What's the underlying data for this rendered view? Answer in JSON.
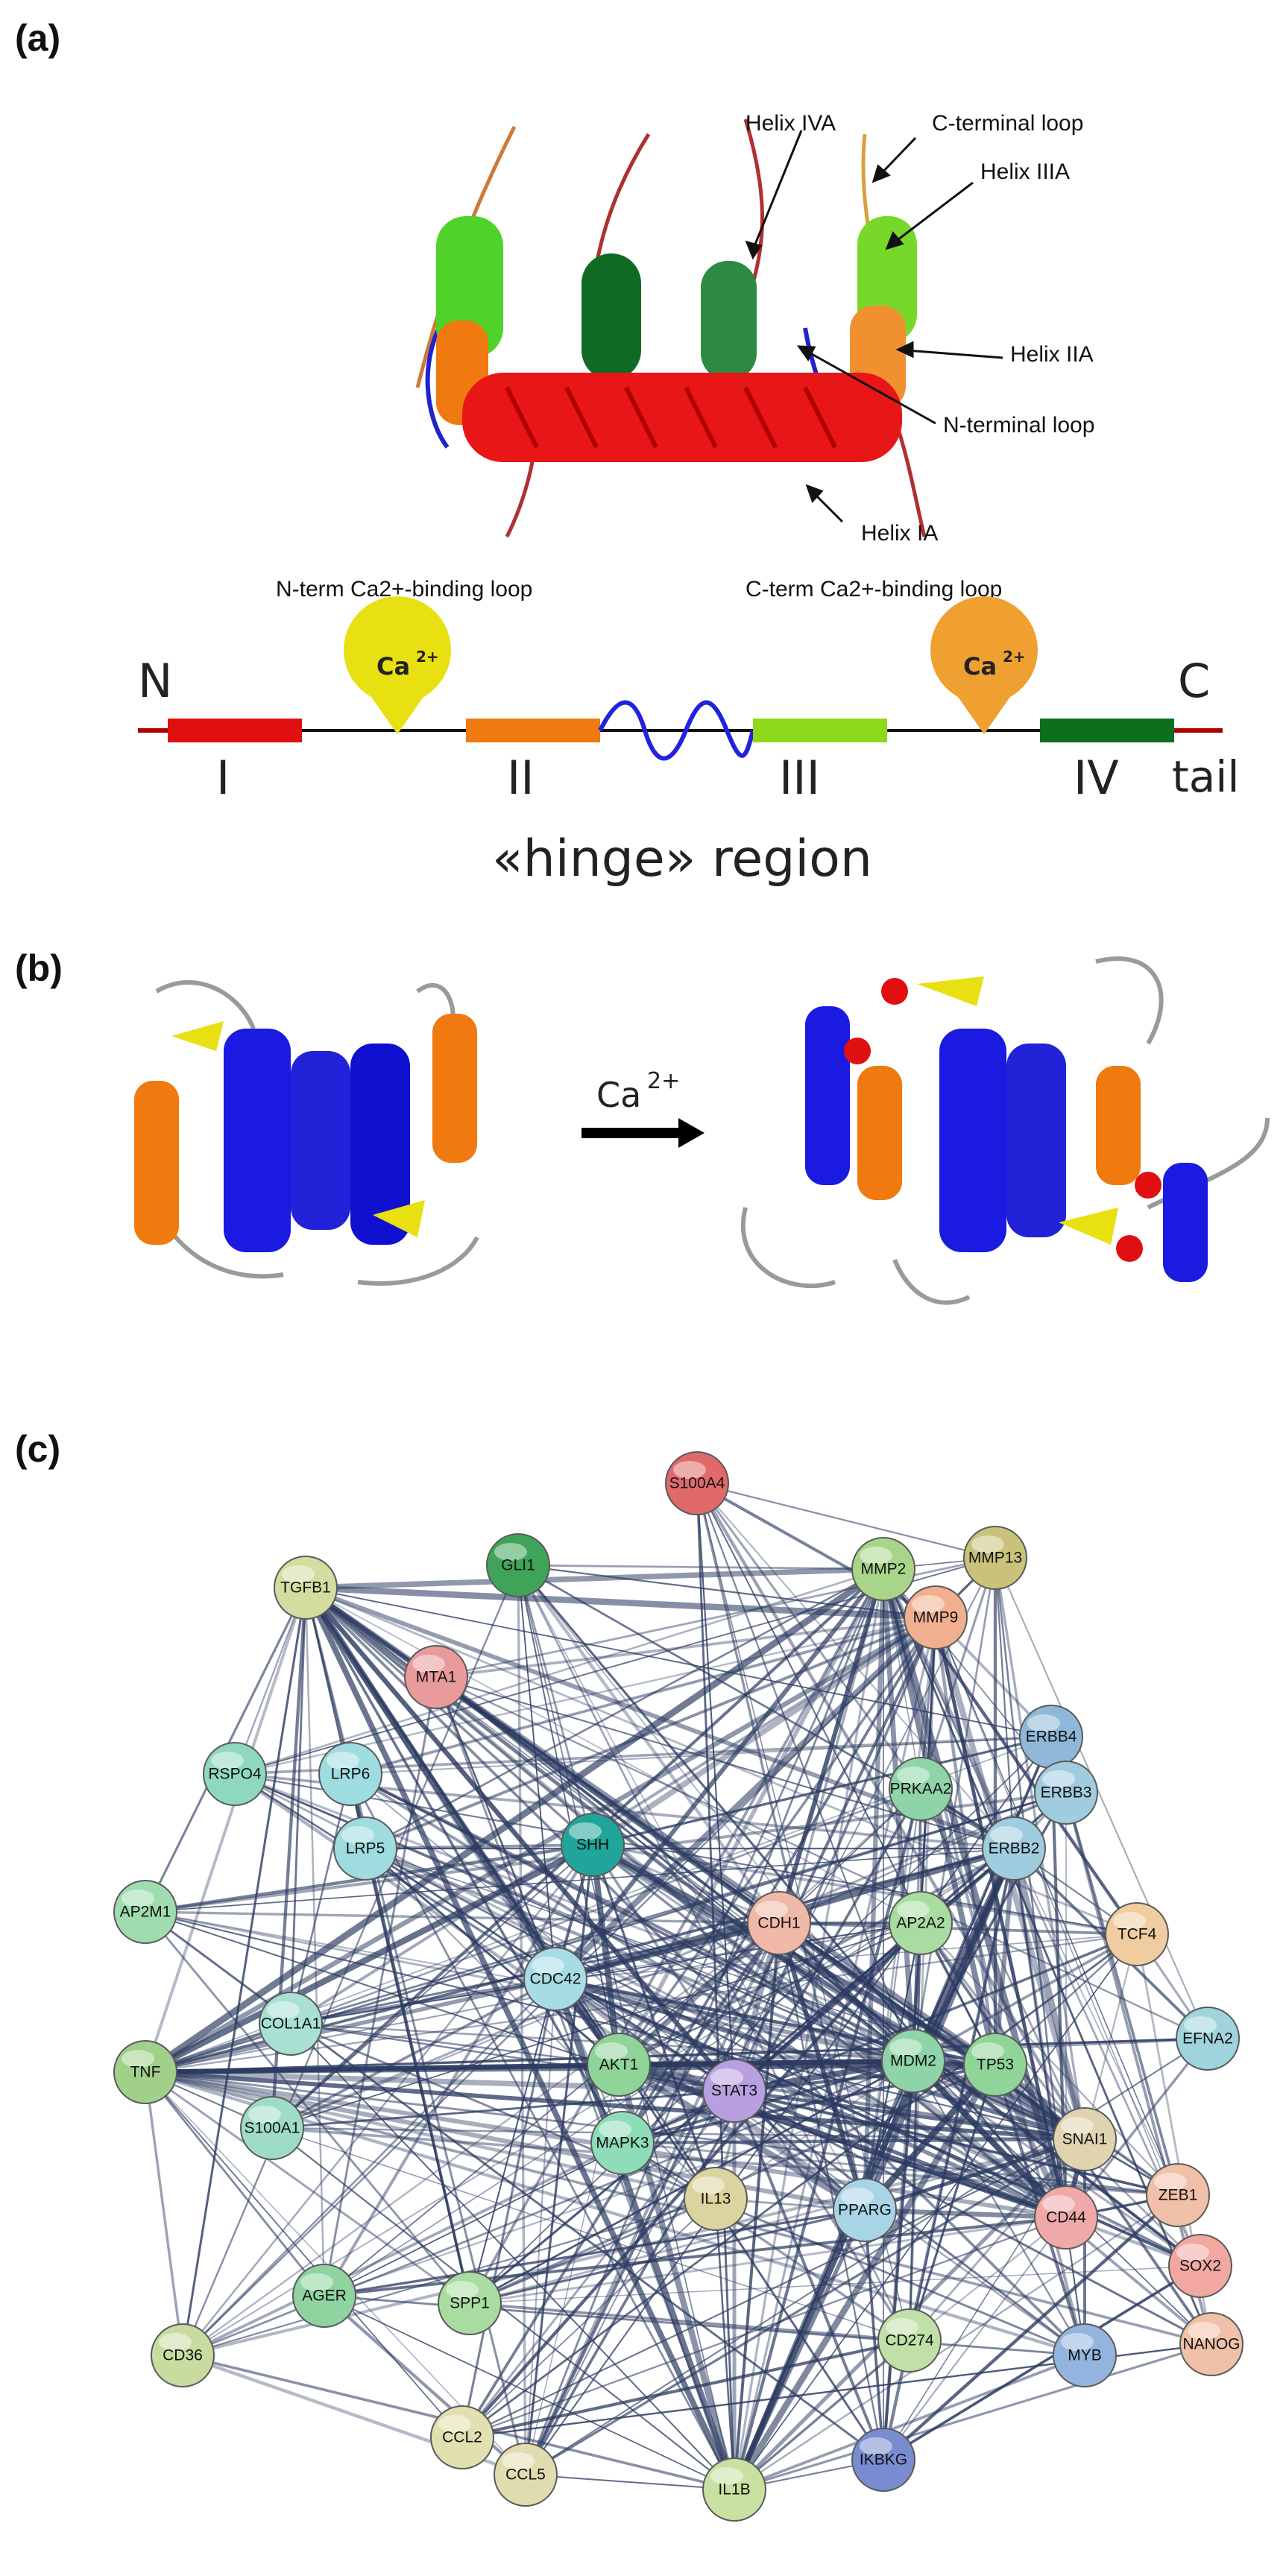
{
  "panels": {
    "a": "(a)",
    "b": "(b)",
    "c": "(c)"
  },
  "panel_a": {
    "annotations": {
      "helix_iva": "Helix IVA",
      "c_terminal_loop": "C-terminal loop",
      "helix_iiia": "Helix IIIA",
      "helix_iia": "Helix IIA",
      "n_terminal_loop": "N-terminal loop",
      "helix_ia": "Helix IA",
      "n_term_loop": "N-term Ca2+-binding loop",
      "c_term_loop": "C-term Ca2+-binding loop"
    },
    "domain_map": {
      "n_label": "N",
      "c_label": "C",
      "ca_label": "Ca",
      "ca_charge": "2+",
      "segments": [
        "I",
        "II",
        "III",
        "IV"
      ],
      "tail": "tail",
      "hinge": "«hinge» region"
    },
    "colors": {
      "helix_I": "#e01010",
      "helix_II": "#f07a10",
      "helix_III": "#8ed81a",
      "helix_IV": "#0d6e1e",
      "ca_left": "#e8e010",
      "ca_right": "#f0a030",
      "hinge": "#2222dd"
    }
  },
  "panel_b": {
    "arrow_label": "Ca",
    "arrow_charge": "2+"
  },
  "network": {
    "nodes": [
      {
        "id": "S100A4",
        "color": "#e06a6a"
      },
      {
        "id": "GLI1",
        "color": "#3fa45a"
      },
      {
        "id": "MMP2",
        "color": "#a8d58a"
      },
      {
        "id": "MMP13",
        "color": "#c8c27a"
      },
      {
        "id": "TGFB1",
        "color": "#d4dca0"
      },
      {
        "id": "MMP9",
        "color": "#f0b090"
      },
      {
        "id": "MTA1",
        "color": "#e99a9a"
      },
      {
        "id": "ERBB4",
        "color": "#8fb8d8"
      },
      {
        "id": "RSPO4",
        "color": "#8fd8c0"
      },
      {
        "id": "LRP6",
        "color": "#9fdce0"
      },
      {
        "id": "PRKAA2",
        "color": "#8fd4a8"
      },
      {
        "id": "ERBB3",
        "color": "#a0cce0"
      },
      {
        "id": "LRP5",
        "color": "#9fdce0"
      },
      {
        "id": "SHH",
        "color": "#1fa59a"
      },
      {
        "id": "ERBB2",
        "color": "#a0cce0"
      },
      {
        "id": "AP2M1",
        "color": "#9fdcb0"
      },
      {
        "id": "CDH1",
        "color": "#f0b8a8"
      },
      {
        "id": "AP2A2",
        "color": "#a8dca0"
      },
      {
        "id": "TCF4",
        "color": "#f0cca0"
      },
      {
        "id": "CDC42",
        "color": "#a8dce4"
      },
      {
        "id": "COL1A1",
        "color": "#a8e0d4"
      },
      {
        "id": "EFNA2",
        "color": "#9fd4dc"
      },
      {
        "id": "TNF",
        "color": "#a0d08a"
      },
      {
        "id": "AKT1",
        "color": "#8fd498"
      },
      {
        "id": "STAT3",
        "color": "#b8a0e0"
      },
      {
        "id": "MDM2",
        "color": "#8fd4a8"
      },
      {
        "id": "TP53",
        "color": "#8fd498"
      },
      {
        "id": "S100A1",
        "color": "#9fdcc8"
      },
      {
        "id": "MAPK3",
        "color": "#8fdcb8"
      },
      {
        "id": "SNAI1",
        "color": "#e0d4b0"
      },
      {
        "id": "ZEB1",
        "color": "#f0c0a8"
      },
      {
        "id": "IL13",
        "color": "#dcd4a0"
      },
      {
        "id": "PPARG",
        "color": "#a8d4e8"
      },
      {
        "id": "CD44",
        "color": "#f0a8a8"
      },
      {
        "id": "SOX2",
        "color": "#f0a8a0"
      },
      {
        "id": "AGER",
        "color": "#8fd4a0"
      },
      {
        "id": "SPP1",
        "color": "#a8dca0"
      },
      {
        "id": "CD36",
        "color": "#c8dca0"
      },
      {
        "id": "CD274",
        "color": "#c0e0a8"
      },
      {
        "id": "MYB",
        "color": "#94b4e0"
      },
      {
        "id": "NANOG",
        "color": "#f0c0a8"
      },
      {
        "id": "CCL2",
        "color": "#e0e0b0"
      },
      {
        "id": "IKBKG",
        "color": "#7a8cd0"
      },
      {
        "id": "CCL5",
        "color": "#e0dcb0"
      },
      {
        "id": "IL1B",
        "color": "#c8e0a0"
      }
    ],
    "edge_color": "#2b3a60"
  }
}
